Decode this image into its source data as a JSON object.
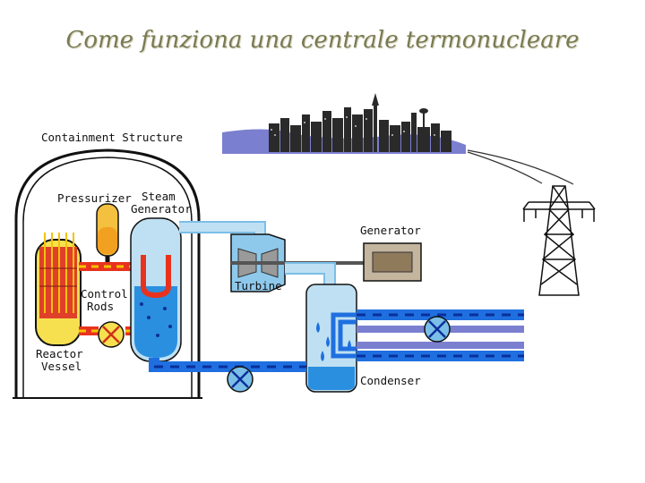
{
  "title": "Come funziona una centrale termonucleare",
  "labels": {
    "containment": "Containment Structure",
    "pressurizer": "Pressurizer",
    "steam_generator_1": "Steam",
    "steam_generator_2": "Generator",
    "generator": "Generator",
    "turbine": "Turbine",
    "control_rods_1": "Control",
    "control_rods_2": "Rods",
    "reactor_vessel_1": "Reactor",
    "reactor_vessel_2": "Vessel",
    "condenser": "Condenser"
  },
  "colors": {
    "primary_loop": "#e8321e",
    "primary_loop_dash": "#f5c400",
    "secondary_loop": "#1f6fe0",
    "secondary_loop_dash": "#0a2f9a",
    "steam": "#bfe0f2",
    "water": "#2b8fe0",
    "structure": "#000000",
    "city": "#2a2a2a",
    "sky_hills": "#7b7fd0"
  }
}
